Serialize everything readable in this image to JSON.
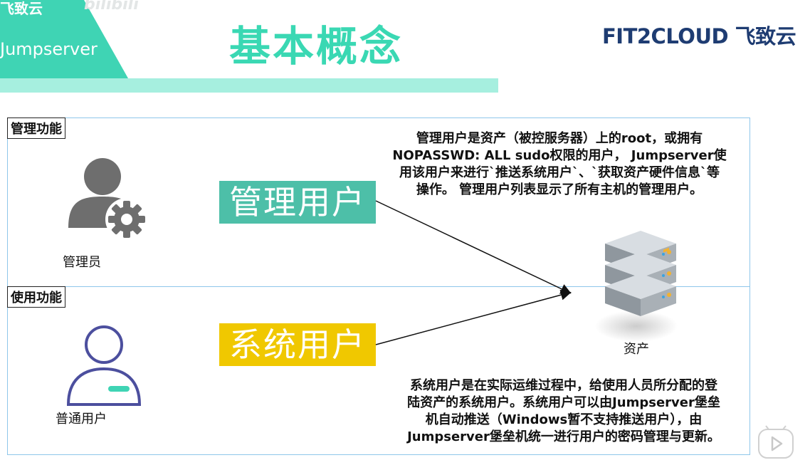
{
  "header": {
    "uploader": "飞致云",
    "bilibili": "bilibili",
    "subtitle": "Jumpserver",
    "title": "基本概念",
    "brand": "FIT2CLOUD 飞致云"
  },
  "admin_section": {
    "label": "管理功能",
    "box_text": "管理用户",
    "person_label": "管理员",
    "description": [
      "管理用户是资产（被控服务器）上的root，或拥有",
      "NOPASSWD: ALL sudo权限的用户， Jumpserver使",
      "用该用户来进行`推送系统用户`、`获取资产硬件信息`等",
      "操作。 管理用户列表显示了所有主机的管理用户。"
    ]
  },
  "user_section": {
    "label": "使用功能",
    "box_text": "系统用户",
    "person_label": "普通用户",
    "description": [
      "系统用户是在实际运维过程中，给使用人员所分配的登",
      "陆资产的系统用户。系统用户可以由Jumpserver堡垒",
      "机自动推送（Windows暂不支持推送用户），由",
      "Jumpserver堡垒机统一进行用户的密码管理与更新。"
    ]
  },
  "asset": {
    "label": "资产"
  },
  "icons": {
    "admin": "admin-user-gear-icon",
    "user": "user-outline-icon",
    "server": "server-stack-icon",
    "play": "play-icon"
  },
  "colors": {
    "accent": "#3fd4b4",
    "admin_box": "#4dbfa8",
    "system_box": "#f0c800",
    "border": "#8ec6ea",
    "brand": "#1e3c72"
  }
}
